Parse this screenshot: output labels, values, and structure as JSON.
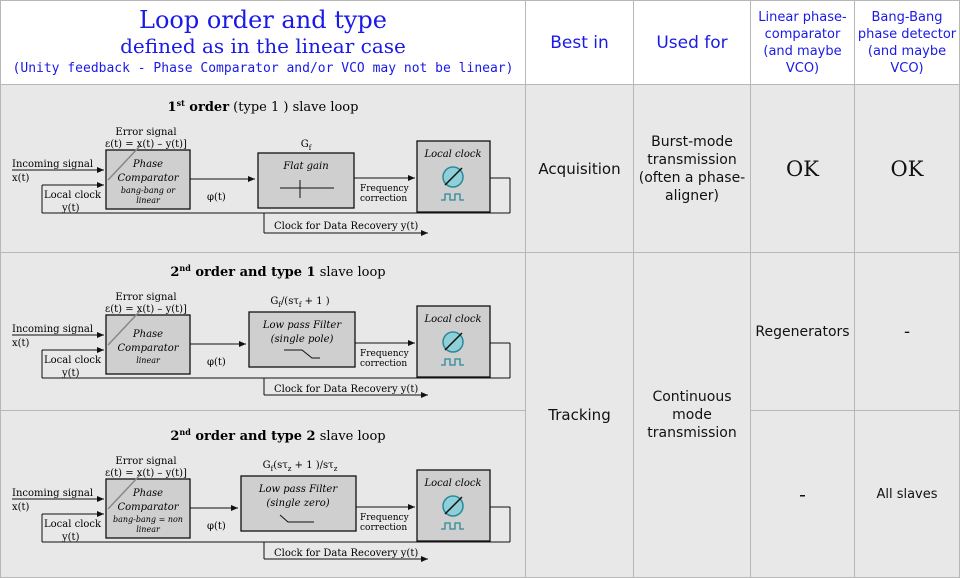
{
  "header": {
    "title_line1": "Loop order and type",
    "title_line2": "defined as in the linear case",
    "title_line3": "(Unity feedback  - Phase Comparator and/or VCO may not be linear)",
    "best_in": "Best in",
    "used_for": "Used for",
    "linear_pc": [
      "Linear phase-",
      "comparator",
      "(and maybe",
      "VCO)"
    ],
    "bangbang_pd": [
      "Bang-Bang",
      "phase detector",
      "(and maybe",
      "VCO)"
    ]
  },
  "rows": [
    {
      "title_order": "1",
      "title_sup": "st",
      "title_bold_rest": " order",
      "title_rest": " (type 1 ) slave loop",
      "best_in": "Acquisition",
      "used_for": [
        "Burst-mode",
        "transmission",
        "(often a phase-",
        "aligner)"
      ],
      "linear": "OK",
      "bangbang": "OK"
    },
    {
      "title_order": "2",
      "title_sup": "nd",
      "title_bold_rest": " order and type 1",
      "title_rest": "   slave loop",
      "linear": "Regenerators",
      "bangbang": "-"
    },
    {
      "title_order": "2",
      "title_sup": "nd",
      "title_bold_rest": " order and type 2",
      "title_rest": "  slave loop",
      "linear": "-",
      "bangbang": "All  slaves"
    }
  ],
  "merged": {
    "best_in": "Tracking",
    "used_for": [
      "Continuous",
      "mode",
      "transmission"
    ]
  },
  "diagram": {
    "error_signal": "Error signal",
    "error_eq": "ε(t) = x(t) – y(t)]",
    "incoming": "Incoming signal",
    "xt": "x(t)",
    "local_clock": "Local clock",
    "yt": "y(t)",
    "phi": "φ(t)",
    "freq1": "Frequency",
    "freq2": "correction",
    "clock_recovery": "Clock for Data Recovery y(t)",
    "local_clock_box": "Local clock",
    "phase": "Phase",
    "comparator": "Comparator",
    "blocks": [
      {
        "gain": "G",
        "gain_sub": "f",
        "gain_rest": "",
        "filter1": "Flat gain",
        "filter2": "",
        "pc_note1": "bang-bang or",
        "pc_note2": "linear"
      },
      {
        "gain": "G",
        "gain_sub": "f",
        "gain_rest": "/(sτ",
        "gain_sub2": "f",
        "gain_rest2": " + 1 )",
        "filter1": "Low pass Filter",
        "filter2": "(single pole)",
        "pc_note1": "linear",
        "pc_note2": ""
      },
      {
        "gain": "G",
        "gain_sub": "f",
        "gain_rest": "(sτ",
        "gain_sub2": "z",
        "gain_rest2": " + 1 )/sτ",
        "gain_sub3": "z",
        "filter1": "Low pass Filter",
        "filter2": "(single zero)",
        "pc_note1": "bang-bang = non",
        "pc_note2": "linear"
      }
    ]
  },
  "colors": {
    "header_text": "#1a1ae6",
    "cell_bg": "#e8e8e8",
    "box_fill": "#cfcfcf",
    "icon_teal": "#2a8a9a"
  }
}
